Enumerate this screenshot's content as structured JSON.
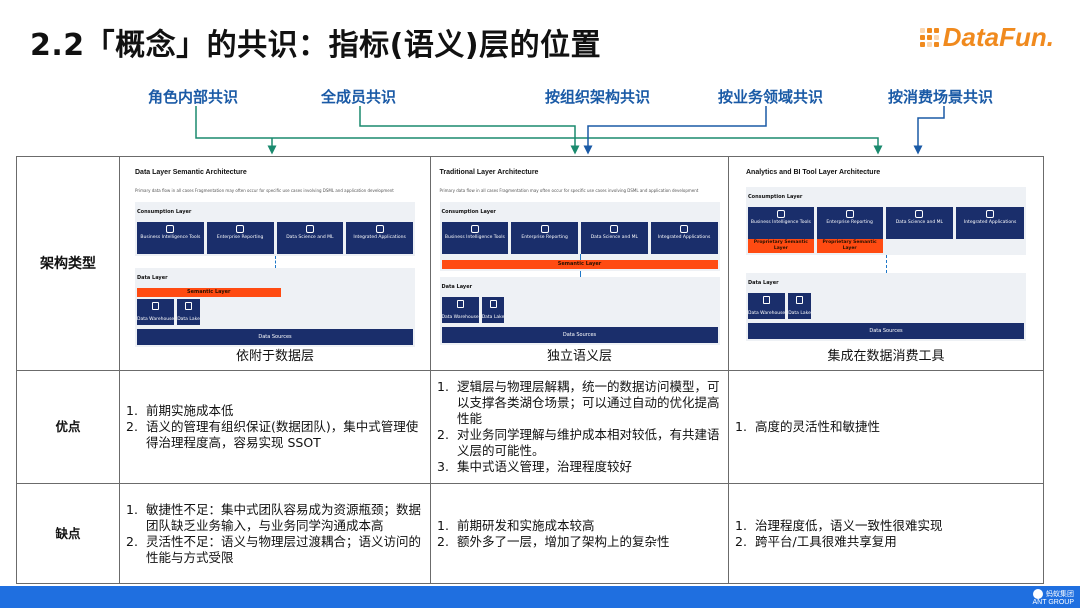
{
  "title": "2.2「概念」的共识：指标(语义)层的位置",
  "logo": {
    "text": "DataFun."
  },
  "consensus_labels": [
    "角色内部共识",
    "全成员共识",
    "按组织架构共识",
    "按业务领域共识",
    "按消费场景共识"
  ],
  "rows": {
    "arch_header": "架构类型",
    "pros_header": "优点",
    "cons_header": "缺点"
  },
  "columns": [
    {
      "caption": "依附于数据层",
      "diagram": {
        "title": "Data Layer Semantic Architecture",
        "legend": "Primary data flow in all cases   Fragmentation may often occur for specific use cases involving DSML and application development",
        "consumption_label": "Consumption Layer",
        "boxes": [
          "Business Intelligence Tools",
          "Enterprise Reporting",
          "Data Science and ML",
          "Integrated Applications"
        ],
        "data_label": "Data Layer",
        "semantic": "Semantic Layer",
        "warehouse": "Data Warehouse",
        "lake": "Data Lake",
        "sources": "Data Sources"
      },
      "pros": [
        {
          "n": "1.",
          "t": "前期实施成本低"
        },
        {
          "n": "2.",
          "t": "语义的管理有组织保证(数据团队)，集中式管理使得治理程度高，容易实现 SSOT"
        }
      ],
      "cons": [
        {
          "n": "1.",
          "t": "敏捷性不足：集中式团队容易成为资源瓶颈；数据团队缺乏业务输入，与业务同学沟通成本高"
        },
        {
          "n": "2.",
          "t": "灵活性不足：语义与物理层过渡耦合；语义访问的性能与方式受限"
        }
      ]
    },
    {
      "caption": "独立语义层",
      "diagram": {
        "title": "Traditional Layer Architecture",
        "legend": "Primary data flow in all cases   Fragmentation may often occur for specific use cases involving DSML and application development",
        "consumption_label": "Consumption Layer",
        "boxes": [
          "Business Intelligence Tools",
          "Enterprise Reporting",
          "Data Science and ML",
          "Integrated Applications"
        ],
        "data_label": "Data Layer",
        "semantic": "Semantic Layer",
        "warehouse": "Data Warehouse",
        "lake": "Data Lake",
        "sources": "Data Sources"
      },
      "pros": [
        {
          "n": "1.",
          "t": "逻辑层与物理层解耦，统一的数据访问模型，可以支撑各类湖仓场景；可以通过自动的优化提高性能"
        },
        {
          "n": "2.",
          "t": "对业务同学理解与维护成本相对较低，有共建语义层的可能性。"
        },
        {
          "n": "3.",
          "t": "集中式语义管理，治理程度较好"
        }
      ],
      "cons": [
        {
          "n": "1.",
          "t": "前期研发和实施成本较高"
        },
        {
          "n": "2.",
          "t": "额外多了一层，增加了架构上的复杂性"
        }
      ]
    },
    {
      "caption": "集成在数据消费工具",
      "diagram": {
        "title": "Analytics and BI Tool Layer Architecture",
        "consumption_label": "Consumption Layer",
        "boxes": [
          "Business Intelligence Tools",
          "Enterprise Reporting",
          "Data Science and ML",
          "Integrated Applications"
        ],
        "proprietary": "Proprietary Semantic Layer",
        "data_label": "Data Layer",
        "warehouse": "Data Warehouse",
        "lake": "Data Lake",
        "sources": "Data Sources"
      },
      "pros": [
        {
          "n": "1.",
          "t": "高度的灵活性和敏捷性"
        }
      ],
      "cons": [
        {
          "n": "1.",
          "t": "治理程度低，语义一致性很难实现"
        },
        {
          "n": "2.",
          "t": "跨平台/工具很难共享复用"
        }
      ]
    }
  ],
  "footer": {
    "brand_cn": "蚂蚁集团",
    "brand_en": "ANT GROUP"
  },
  "colors": {
    "accent_blue": "#1a5aa6",
    "connector": "#1a8a6e",
    "navy": "#1a2e6b",
    "orange": "#ff4b12",
    "bar": "#1f6fe0"
  }
}
